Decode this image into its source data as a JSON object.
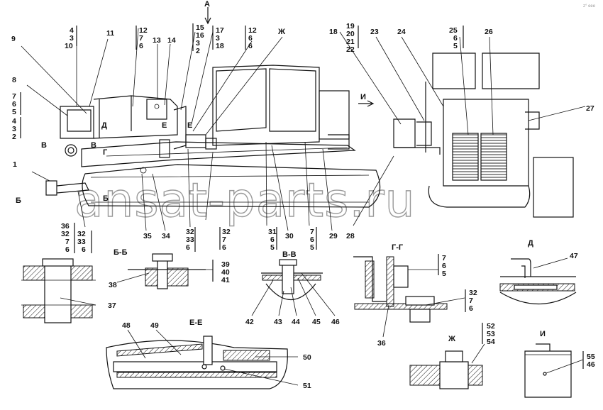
{
  "watermark": "ansat-parts.ru",
  "corner_mark": "z° eee",
  "view_arrow": "А",
  "view_arrow_I": "И",
  "section_labels": {
    "bb": "Б-Б",
    "vv": "В-В",
    "gg": "Г-Г",
    "d": "Д",
    "ee": "Е-Е",
    "zh": "Ж",
    "i": "И"
  },
  "cut_markers": {
    "b": "Б",
    "v": "В",
    "g": "Г",
    "d": "Д",
    "e": "Е",
    "zh": "Ж"
  },
  "callouts": {
    "n1": "1",
    "n2": "2",
    "n3": "3",
    "n4": "4",
    "n5": "5",
    "n6": "6",
    "n7": "7",
    "n8": "8",
    "n9": "9",
    "n10": "10",
    "n11": "11",
    "n12": "12",
    "n13": "13",
    "n14": "14",
    "n15": "15",
    "n16": "16",
    "n17": "17",
    "n18": "18",
    "n19": "19",
    "n20": "20",
    "n21": "21",
    "n22": "22",
    "n23": "23",
    "n24": "24",
    "n25": "25",
    "n26": "26",
    "n27": "27",
    "n28": "28",
    "n29": "29",
    "n30": "30",
    "n31": "31",
    "n32": "32",
    "n33": "33",
    "n34": "34",
    "n35": "35",
    "n36": "36",
    "n37": "37",
    "n38": "38",
    "n39": "39",
    "n40": "40",
    "n41": "41",
    "n42": "42",
    "n43": "43",
    "n44": "44",
    "n45": "45",
    "n46": "46",
    "n47": "47",
    "n48": "48",
    "n49": "49",
    "n50": "50",
    "n51": "51",
    "n52": "52",
    "n53": "53",
    "n54": "54",
    "n55": "55"
  }
}
